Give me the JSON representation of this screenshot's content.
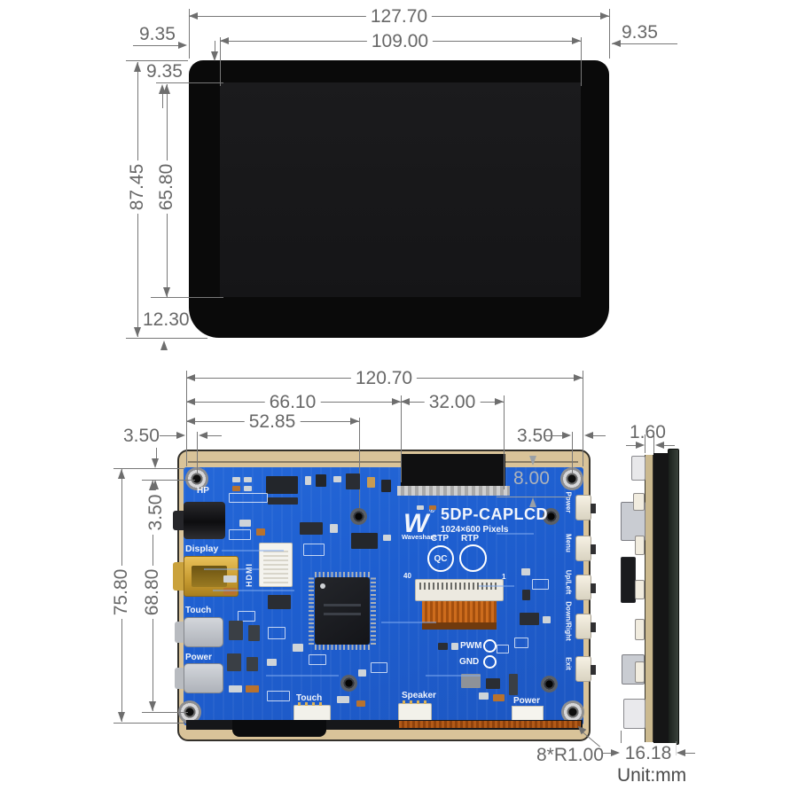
{
  "top_view": {
    "dims": {
      "total_width": "127.70",
      "screen_width": "109.00",
      "left_margin": "9.35",
      "right_margin": "9.35",
      "top_bezel": "9.35",
      "total_height": "87.45",
      "screen_height": "65.80",
      "bottom_bezel": "12.30"
    }
  },
  "board_view": {
    "dims": {
      "board_width": "120.70",
      "ffc_offset_left": "66.10",
      "ffc_width": "32.00",
      "inner_hole_offset": "52.85",
      "hole_margin_left": "3.50",
      "hole_margin_right": "3.50",
      "hole_margin_top": "3.50",
      "board_height": "75.80",
      "hole_spacing_v": "68.80",
      "ffc_window_depth": "8.00",
      "hole_radius_note": "8*R1.00"
    },
    "silkscreen": {
      "hp": "HP",
      "display": "Display",
      "hdmi": "HDMI",
      "touch": "Touch",
      "power": "Power",
      "touch_bottom": "Touch",
      "speaker": "Speaker",
      "power_bottom": "Power",
      "pwm": "PWM",
      "gnd": "GND",
      "pin40": "40",
      "pin1": "1",
      "ctp": "CTP",
      "rtp": "RTP",
      "qc": "QC"
    },
    "branding": {
      "logo": "W",
      "registered": "®",
      "brand": "Waveshare",
      "product": "5DP-CAPLCD",
      "resolution": "1024×600 Pixels"
    },
    "buttons": [
      {
        "label": "Power"
      },
      {
        "label": "Menu"
      },
      {
        "label": "Up/Left"
      },
      {
        "label": "Down/Right"
      },
      {
        "label": "Exit"
      }
    ]
  },
  "side_view": {
    "dims": {
      "pcb_thickness": "1.60",
      "total_thickness": "16.18"
    }
  },
  "footer": {
    "unit_label": "Unit:mm"
  }
}
